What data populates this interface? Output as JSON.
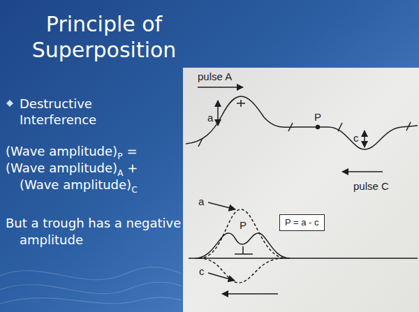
{
  "diagram": {
    "title": "Principle of Superposition",
    "nodes": [
      {
        "text": [
          "P = a - c"
        ]
      }
    ],
    "labels": [
      "Destructive Interference",
      "(Wave amplitude)",
      "P",
      "=",
      "(Wave amplitude)",
      "A",
      "+",
      "(Wave amplitude)",
      "C",
      "But a trough has a negative amplitude",
      "pulse A",
      "a",
      "P",
      "c",
      "pulse C",
      "a",
      "P",
      "c"
    ]
  }
}
